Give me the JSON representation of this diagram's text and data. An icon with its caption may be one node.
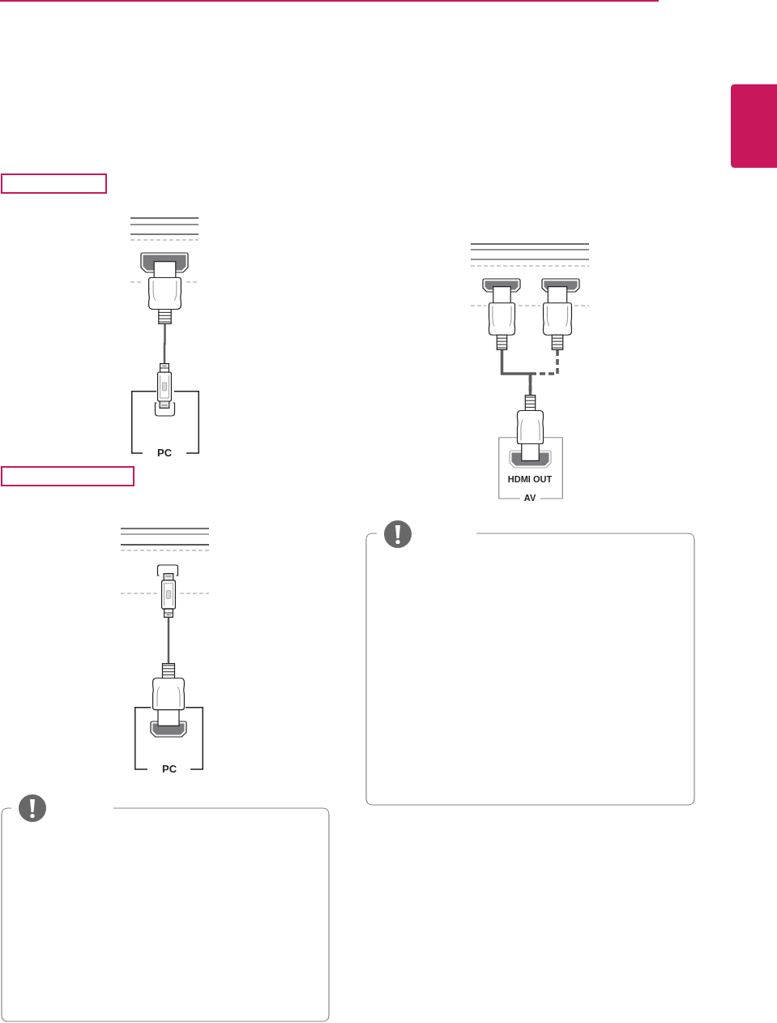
{
  "diagram": {
    "nodes": [
      {
        "text": [],
        "shape": "box"
      },
      {
        "text": [],
        "shape": "picture"
      },
      {
        "text": [],
        "shape": "picture"
      },
      {
        "text": [
          "PC"
        ]
      },
      {
        "text": [],
        "shape": "picture"
      },
      {
        "text": [],
        "shape": "picture"
      },
      {
        "text": [
          "PC"
        ]
      },
      {
        "text": [],
        "shape": "picture"
      },
      {
        "text": [],
        "shape": "picture"
      },
      {
        "text": [],
        "shape": "picture"
      },
      {
        "text": [
          "HDMI OUT",
          "AV"
        ]
      }
    ],
    "edges": [
      {
        "from": 1,
        "to": 2,
        "arrow": "none"
      },
      {
        "from": 4,
        "to": 5,
        "arrow": "none"
      },
      {
        "from": 7,
        "to": 9,
        "arrow": "none"
      },
      {
        "from": 8,
        "to": 9,
        "arrow": "none",
        "style": "dashed"
      }
    ]
  }
}
